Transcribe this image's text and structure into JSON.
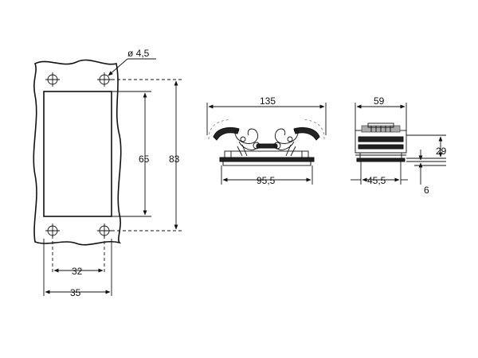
{
  "front_view": {
    "hole_diameter": "ø 4,5",
    "opening_height": "65",
    "overall_height": "83",
    "hole_spacing": "32",
    "overall_width": "35"
  },
  "side_view": {
    "overall_width": "135",
    "base_width": "95,5"
  },
  "end_view": {
    "top_width": "59",
    "base_width": "45,5",
    "height": "29",
    "base_thickness": "6"
  }
}
